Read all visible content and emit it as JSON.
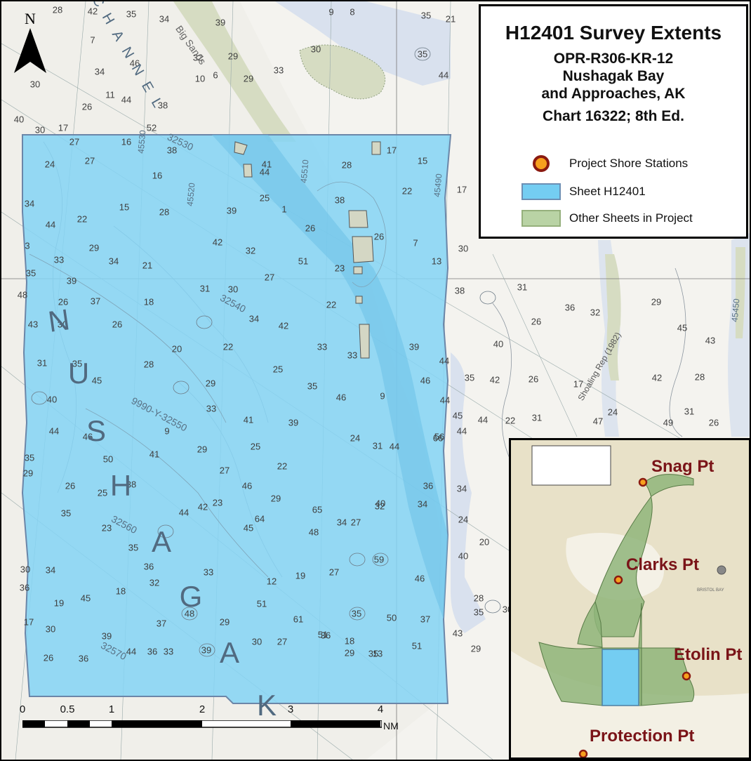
{
  "legend": {
    "title": "H12401 Survey Extents",
    "project": "OPR-R306-KR-12",
    "area_line1": "Nushagak Bay",
    "area_line2": "and Approaches, AK",
    "chart": "Chart 16322; 8th Ed.",
    "items": [
      {
        "label": "Project Shore Stations",
        "color": "#f7a01e",
        "border": "#8b1a10"
      },
      {
        "label": "Sheet H12401",
        "color": "#74cdf2",
        "border": "#6c8fb4"
      },
      {
        "label": "Other Sheets in Project",
        "color": "#b9d3a5",
        "border": "#95b07c"
      }
    ]
  },
  "north_arrow": {
    "label": "N"
  },
  "scale_bar": {
    "labels": [
      "0",
      "0.5",
      "1",
      "2",
      "3",
      "4"
    ],
    "unit": "NM"
  },
  "map_text": {
    "channel_name": "NUSHAGAK",
    "channel_top": "CHANNEL",
    "big_sands": "Big Sands",
    "shoaling": "Shoaling Rep (1982)",
    "loran_1": "9990-Y-32550",
    "loran_2": "32540",
    "loran_3": "32530",
    "loran_4": "32560",
    "loran_5": "32570",
    "loran_6": "45510",
    "loran_7": "45520",
    "loran_8": "45530",
    "loran_9": "45490",
    "loran_10": "45450",
    "bottom_31": "31",
    "bottom_19": "19"
  },
  "soundings": [
    "28",
    "42",
    "35",
    "34",
    "39",
    "9",
    "8",
    "35",
    "21",
    "7",
    "46",
    "34",
    "32",
    "29",
    "33",
    "30",
    "35",
    "10",
    "6",
    "29",
    "44",
    "30",
    "26",
    "11",
    "44",
    "38",
    "40",
    "30",
    "17",
    "52",
    "27",
    "16",
    "38",
    "41",
    "28",
    "17",
    "15",
    "24",
    "27",
    "16",
    "44",
    "25",
    "1",
    "26",
    "22",
    "17",
    "34",
    "44",
    "22",
    "15",
    "28",
    "39",
    "38",
    "26",
    "3",
    "33",
    "29",
    "34",
    "21",
    "42",
    "32",
    "51",
    "23",
    "7",
    "13",
    "30",
    "35",
    "39",
    "27",
    "30",
    "38",
    "31",
    "48",
    "26",
    "37",
    "18",
    "22",
    "31",
    "34",
    "42",
    "26",
    "36",
    "32",
    "43",
    "30",
    "26",
    "20",
    "22",
    "33",
    "33",
    "39",
    "44",
    "40",
    "29",
    "45",
    "43",
    "31",
    "35",
    "28",
    "29",
    "25",
    "35",
    "46",
    "46",
    "35",
    "40",
    "45",
    "33",
    "41",
    "39",
    "9",
    "44",
    "42",
    "26",
    "17",
    "42",
    "31",
    "28",
    "44",
    "46",
    "9",
    "29",
    "24",
    "44",
    "56",
    "45",
    "44",
    "22",
    "31",
    "47",
    "24",
    "49",
    "26",
    "35",
    "26",
    "50",
    "41",
    "27",
    "25",
    "22",
    "31",
    "66",
    "44",
    "29",
    "35",
    "25",
    "38",
    "44",
    "46",
    "29",
    "65",
    "27",
    "32",
    "36",
    "34",
    "35",
    "23",
    "42",
    "23",
    "64",
    "45",
    "48",
    "34",
    "40",
    "34",
    "24",
    "20",
    "30",
    "34",
    "32",
    "36",
    "33",
    "12",
    "19",
    "27",
    "59",
    "46",
    "40",
    "35",
    "36",
    "19",
    "45",
    "18",
    "51",
    "61",
    "36",
    "35",
    "50",
    "37",
    "28",
    "30",
    "17",
    "30",
    "39",
    "37",
    "48",
    "29",
    "27",
    "51",
    "18",
    "35",
    "51",
    "43",
    "29",
    "26",
    "36",
    "44",
    "36",
    "33",
    "39",
    "30",
    "29",
    "13"
  ],
  "inset": {
    "places": [
      {
        "name": "Snag Pt"
      },
      {
        "name": "Clarks Pt"
      },
      {
        "name": "Etolin Pt"
      },
      {
        "name": "Protection Pt"
      }
    ],
    "minichart_title": "BRISTOL BAY"
  }
}
